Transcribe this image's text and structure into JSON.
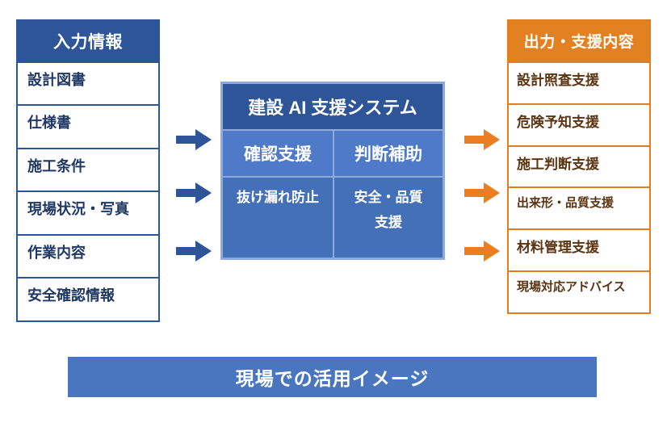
{
  "diagram": {
    "input_column": {
      "header": "入力情報",
      "accent_color": "#2E5597",
      "items": [
        {
          "label": "設計図書"
        },
        {
          "label": "仕様書"
        },
        {
          "label": "施工条件"
        },
        {
          "label": "現場状況・写真"
        },
        {
          "label": "作業内容"
        },
        {
          "label": "安全確認情報"
        }
      ]
    },
    "system_box": {
      "title": "建設 AI 支援システム",
      "border_color": "#8EA9DB",
      "header_color": "#2E5597",
      "row_colors": [
        "#4E7AC7",
        "#4470B8"
      ],
      "columns": [
        {
          "title": "確認支援",
          "detail": "抜け漏れ防止"
        },
        {
          "title": "判断補助",
          "detail": "安全・品質\n支援"
        }
      ]
    },
    "output_column": {
      "header": "出力・支援内容",
      "accent_color": "#E3801F",
      "items": [
        {
          "label": "設計照査支援",
          "small": false
        },
        {
          "label": "危険予知支援",
          "small": false
        },
        {
          "label": "施工判断支援",
          "small": false
        },
        {
          "label": "出来形・品質支援",
          "small": true
        },
        {
          "label": "材料管理支援",
          "small": false
        },
        {
          "label": "現場対応アドバイス",
          "small": true
        }
      ]
    },
    "arrows": {
      "input_to_system": {
        "icon": "arrow-right-icon",
        "color": "#2E5597",
        "count": 3
      },
      "system_to_output": {
        "icon": "arrow-right-icon",
        "color": "#ED7D22",
        "count": 3
      }
    },
    "bottom_banner": {
      "label": "現場での活用イメージ",
      "color": "#4A76C0"
    }
  }
}
